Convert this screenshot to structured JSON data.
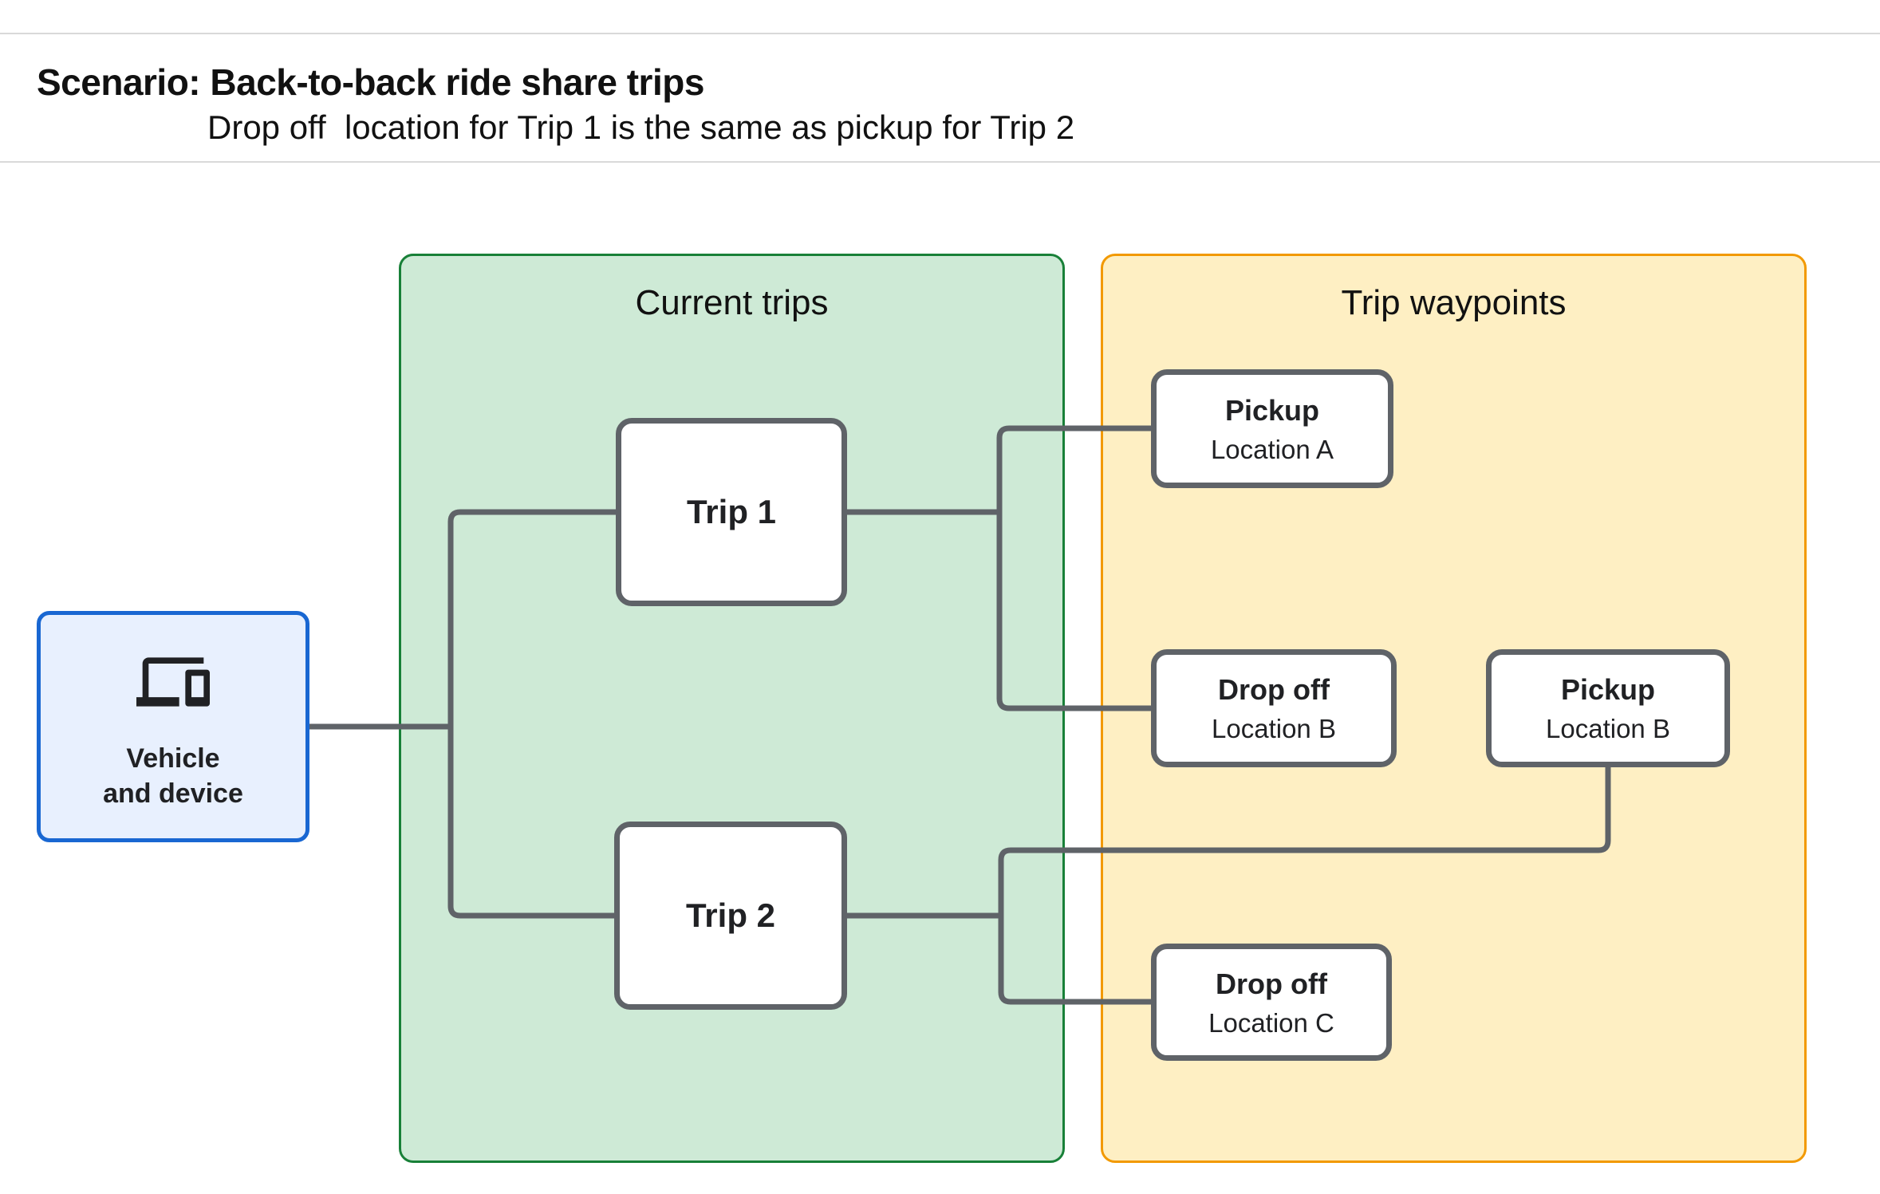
{
  "header": {
    "title": "Scenario: Back-to-back ride share trips",
    "subtitle": "Drop off  location for Trip 1 is the same as pickup for Trip 2"
  },
  "vehicle_node": {
    "icon": "devices-icon",
    "label_line1": "Vehicle",
    "label_line2": "and device"
  },
  "panels": {
    "current_trips": {
      "title": "Current trips",
      "fill": "#ceead6",
      "border": "#188038"
    },
    "trip_waypoints": {
      "title": "Trip waypoints",
      "fill": "#feefc3",
      "border": "#f29900"
    }
  },
  "trips": [
    {
      "label": "Trip 1"
    },
    {
      "label": "Trip 2"
    }
  ],
  "waypoints": [
    {
      "type": "Pickup",
      "location": "Location A"
    },
    {
      "type": "Drop off",
      "location": "Location B"
    },
    {
      "type": "Pickup",
      "location": "Location B"
    },
    {
      "type": "Drop off",
      "location": "Location C"
    }
  ],
  "edges": [
    {
      "from": "vehicle-and-device",
      "to": "trip-1"
    },
    {
      "from": "vehicle-and-device",
      "to": "trip-2"
    },
    {
      "from": "trip-1",
      "to": "pickup-location-a"
    },
    {
      "from": "trip-1",
      "to": "dropoff-location-b"
    },
    {
      "from": "pickup-location-b",
      "to": "trip-2"
    },
    {
      "from": "trip-2",
      "to": "dropoff-location-c"
    }
  ],
  "colors": {
    "connector": "#5f6368",
    "node_border": "#5f6368",
    "vehicle_fill": "#e8f0fe",
    "vehicle_border": "#1967d2",
    "green_fill": "#ceead6",
    "green_border": "#188038",
    "yellow_fill": "#feefc3",
    "yellow_border": "#f29900",
    "divider": "#d9d9d9",
    "text": "#111111"
  }
}
